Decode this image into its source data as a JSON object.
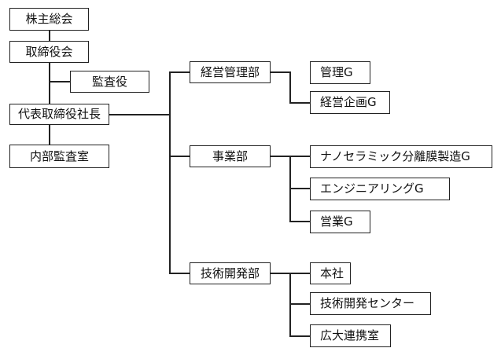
{
  "org_chart": {
    "shareholders_meeting": "株主総会",
    "board_of_directors": "取締役会",
    "auditor": "監査役",
    "ceo": "代表取締役社長",
    "internal_audit": "内部監査室",
    "departments": [
      {
        "name": "経営管理部",
        "groups": [
          "管理G",
          "経営企画G"
        ]
      },
      {
        "name": "事業部",
        "groups": [
          "ナノセラミック分離膜製造G",
          "エンジニアリングG",
          "営業G"
        ]
      },
      {
        "name": "技術開発部",
        "groups": [
          "本社",
          "技術開発センター",
          "広大連携室"
        ]
      }
    ]
  }
}
